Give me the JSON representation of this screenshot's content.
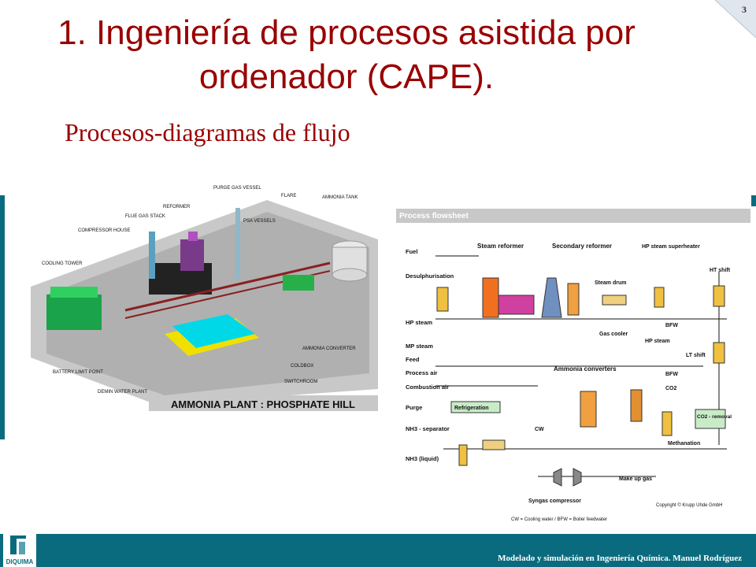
{
  "slide": {
    "title": "1. Ingeniería de procesos asistida por ordenador (CAPE).",
    "subtitle": "Procesos-diagramas de flujo",
    "page_number": "3",
    "footer": "Modelado y simulación en Ingeniería Química.  Manuel Rodríguez",
    "logo_text": "DIQUIMA"
  },
  "plant_image": {
    "banner": "AMMONIA PLANT : PHOSPHATE HILL",
    "labels": [
      "PURGE GAS VESSEL",
      "FLARE",
      "AMMONIA TANK",
      "REFORMER",
      "FLUE GAS STACK",
      "PSA VESSELS",
      "COMPRESSOR HOUSE",
      "COOLING TOWER",
      "AMMONIA CONVERTER",
      "COLDBOX",
      "SWITCHROOM",
      "BATTERY LIMIT POINT",
      "DEMIN WATER PLANT"
    ]
  },
  "flowsheet": {
    "header": "Process flowsheet",
    "left_labels": [
      "Fuel",
      "Desulphurisation",
      "HP steam",
      "MP steam",
      "Feed",
      "Process air",
      "Combustion air",
      "Purge",
      "NH3 - separator",
      "NH3 (liquid)"
    ],
    "units": [
      "Steam reformer",
      "Secondary reformer",
      "HP steam superheater",
      "HT shift",
      "Steam drum",
      "Gas cooler",
      "BFW",
      "HP steam",
      "LT shift",
      "Ammonia converters",
      "BFW",
      "CO2",
      "CO2 - removal",
      "Methanation",
      "Refrigeration",
      "CW",
      "Make up gas",
      "Syngas compressor"
    ],
    "copyright": "Copyright © Krupp Uhde GmbH",
    "legend": "CW = Cooling water / BFW = Boiler feedwater"
  },
  "colors": {
    "accent": "#990000",
    "teal": "#0b6b7e"
  }
}
